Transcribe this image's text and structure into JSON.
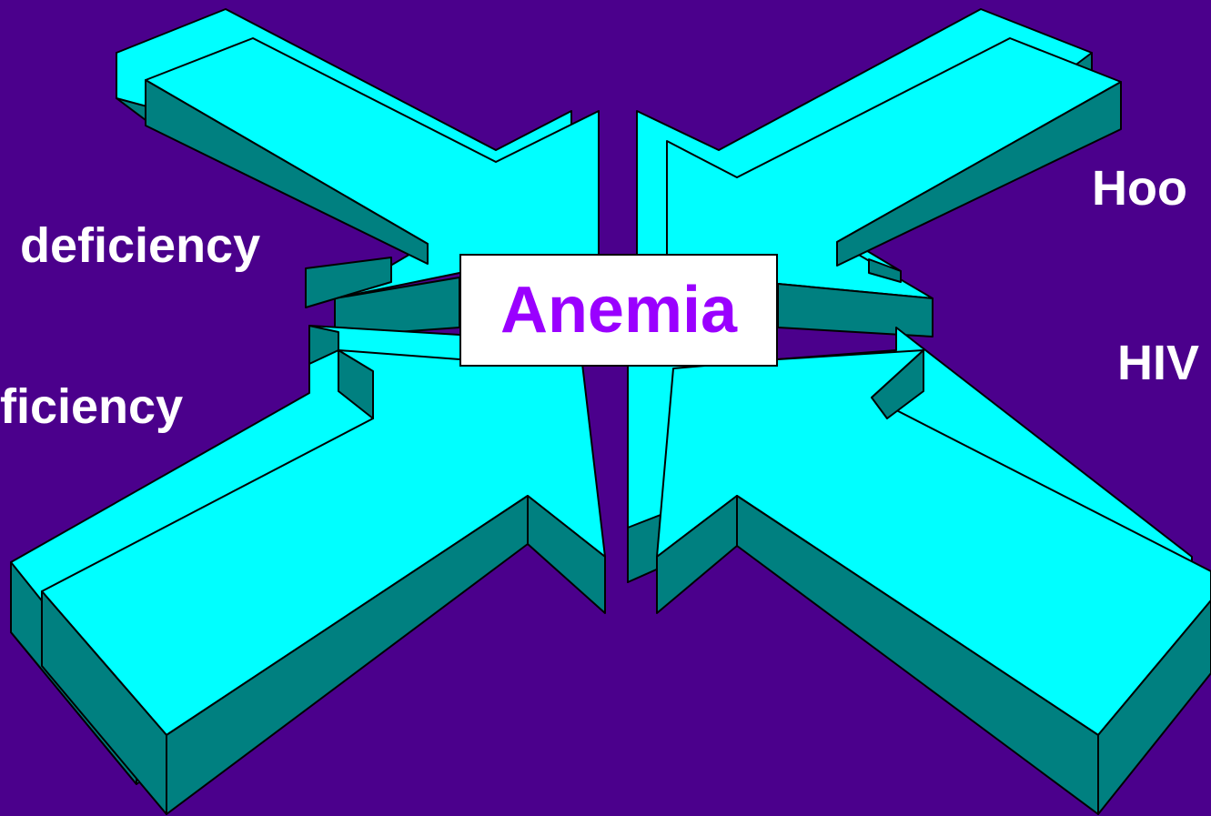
{
  "center": {
    "label": "Anemia"
  },
  "causes": {
    "top_left": "deficiency",
    "bottom_left": "ficiency",
    "top_right": "Hoo",
    "middle_right": "HIV"
  },
  "colors": {
    "background": "#4b008c",
    "arrow_face": "#00ffff",
    "arrow_side": "#008080",
    "label_text": "#ffffff",
    "center_text": "#9a00ff",
    "center_box": "#ffffff"
  }
}
